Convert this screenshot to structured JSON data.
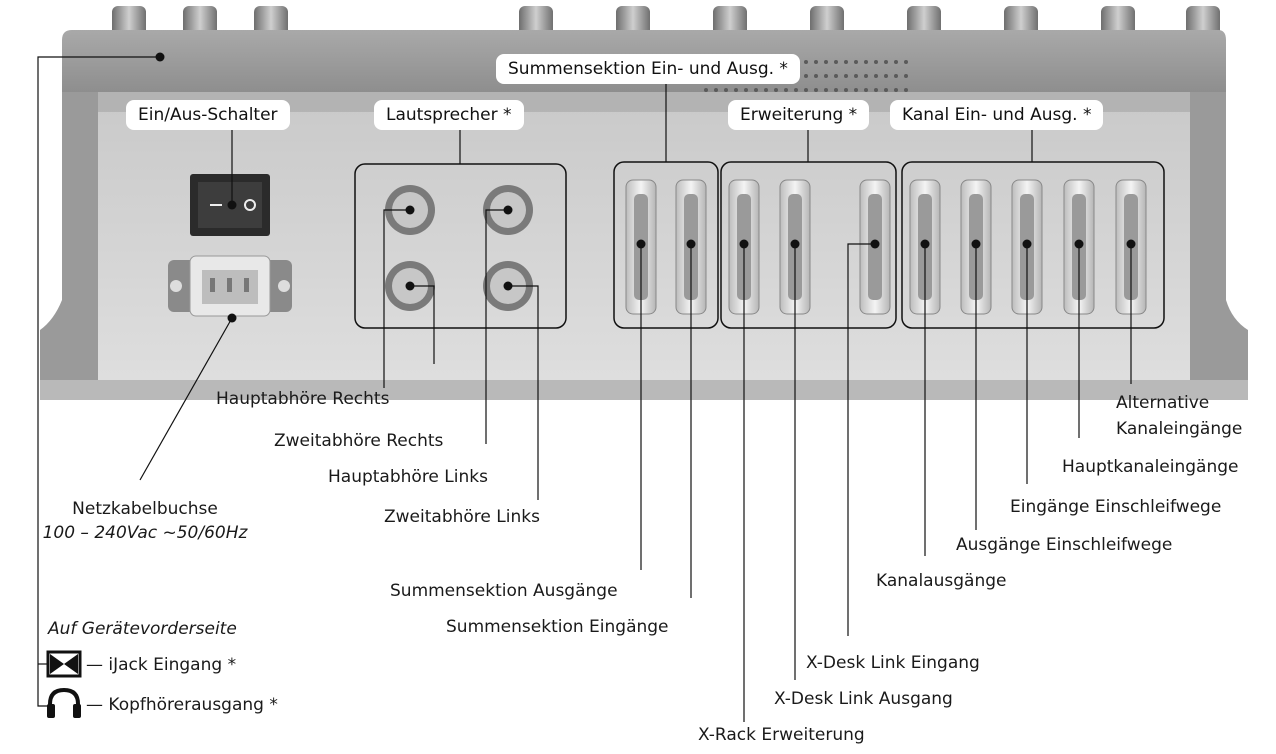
{
  "tags": {
    "power_switch": "Ein/Aus-Schalter",
    "speakers": "Lautsprecher *",
    "sum_io": "Summensektion Ein- und Ausg. *",
    "expansion": "Erweiterung *",
    "channel_io": "Kanal Ein- und Ausg. *"
  },
  "labels": {
    "main_monitor_right": "Hauptabhöre Rechts",
    "second_monitor_right": "Zweitabhöre Rechts",
    "main_monitor_left": "Hauptabhöre Links",
    "second_monitor_left": "Zweitabhöre Links",
    "power_socket": "Netzkabelbuchse",
    "power_socket_spec": "100 – 240Vac ~50/60Hz",
    "sum_outputs": "Summensektion Ausgänge",
    "sum_inputs": "Summensektion Eingänge",
    "xrack_expansion": "X-Rack Erweiterung",
    "xdesk_link_out": "X-Desk Link Ausgang",
    "xdesk_link_in": "X-Desk Link Eingang",
    "channel_outputs": "Kanalausgänge",
    "insert_outputs": "Ausgänge Einschleifwege",
    "insert_inputs": "Eingänge Einschleifwege",
    "main_channel_inputs": "Hauptkanaleingänge",
    "alt_channel_inputs_1": "Alternative",
    "alt_channel_inputs_2": "Kanaleingänge"
  },
  "front": {
    "heading": "Auf Gerätevorderseite",
    "ijack": "— iJack Eingang *",
    "headphones": "— Kopfhörerausgang *",
    "ijack_icon": "ijack-bowtie-icon",
    "headphones_icon": "headphones-icon"
  }
}
